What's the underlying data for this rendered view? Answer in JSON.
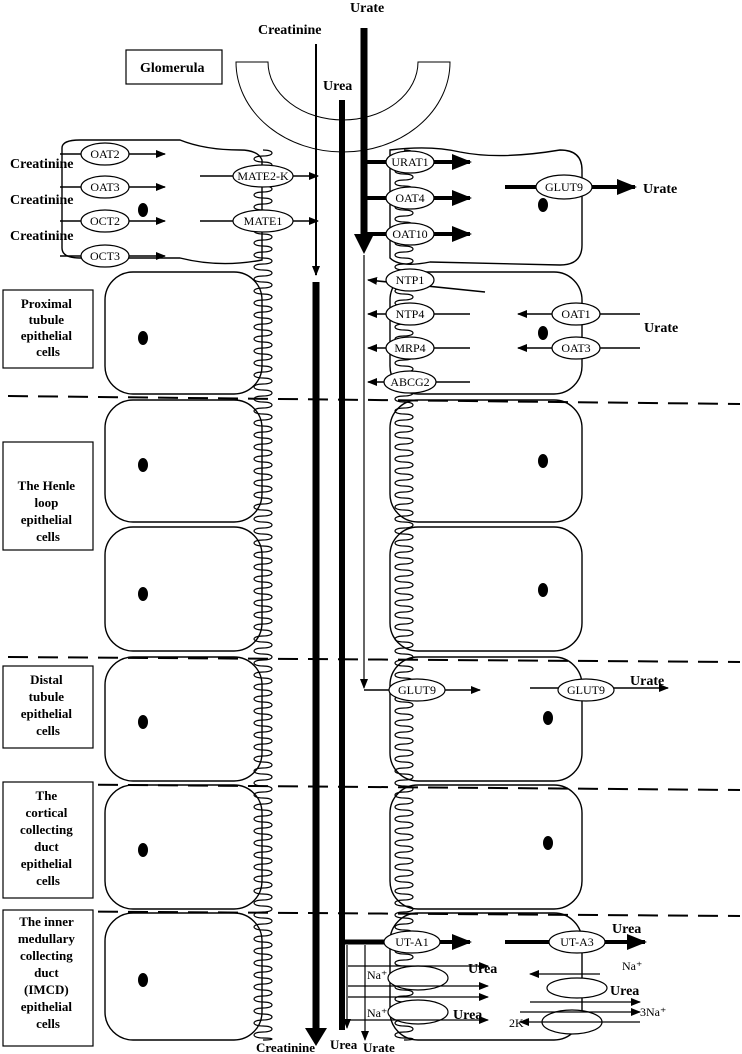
{
  "top": {
    "urate": "Urate",
    "creatinine": "Creatinine",
    "urea": "Urea",
    "glomerula": "Glomerula"
  },
  "segments": [
    {
      "lines": [
        "Proximal",
        "tubule",
        "epithelial",
        "cells"
      ]
    },
    {
      "lines": [
        "The Henle",
        "loop",
        "epithelial",
        "cells"
      ]
    },
    {
      "lines": [
        "Distal",
        "tubule",
        "epithelial",
        "cells"
      ]
    },
    {
      "lines": [
        "The",
        "cortical",
        "collecting",
        "duct",
        "epithelial",
        "cells"
      ]
    },
    {
      "lines": [
        "The inner",
        "medullary",
        "collecting",
        "duct",
        "(IMCD)",
        "epithelial",
        "cells"
      ]
    }
  ],
  "transporters": {
    "oat2": "OAT2",
    "oat3_left": "OAT3",
    "oct2": "OCT2",
    "oct3": "OCT3",
    "mate2k": "MATE2-K",
    "mate1": "MATE1",
    "urat1": "URAT1",
    "oat4": "OAT4",
    "oat10": "OAT10",
    "glut9_top": "GLUT9",
    "ntp1": "NTP1",
    "ntp4": "NTP4",
    "mrp4": "MRP4",
    "abcg2": "ABCG2",
    "oat1": "OAT1",
    "oat3_right": "OAT3",
    "glut9_distal_left": "GLUT9",
    "glut9_distal_right": "GLUT9",
    "uta1": "UT-A1",
    "uta3": "UT-A3"
  },
  "labels": {
    "creatinine1": "Creatinine",
    "creatinine2": "Creatinine",
    "creatinine3": "Creatinine",
    "urate_glut9": "Urate",
    "urate_oat1": "Urate",
    "urate_distal": "Urate",
    "urea_uta3": "Urea",
    "urea_uta1": "Urea",
    "urea_mid": "Urea",
    "urea_low": "Urea",
    "na1": "Na⁺",
    "na2": "Na⁺",
    "na_right": "Na⁺",
    "k2": "2K⁺",
    "na3": "3Na⁺",
    "bottom_creatinine": "Creatinine",
    "bottom_urea": "Urea",
    "bottom_urate": "Urate"
  }
}
